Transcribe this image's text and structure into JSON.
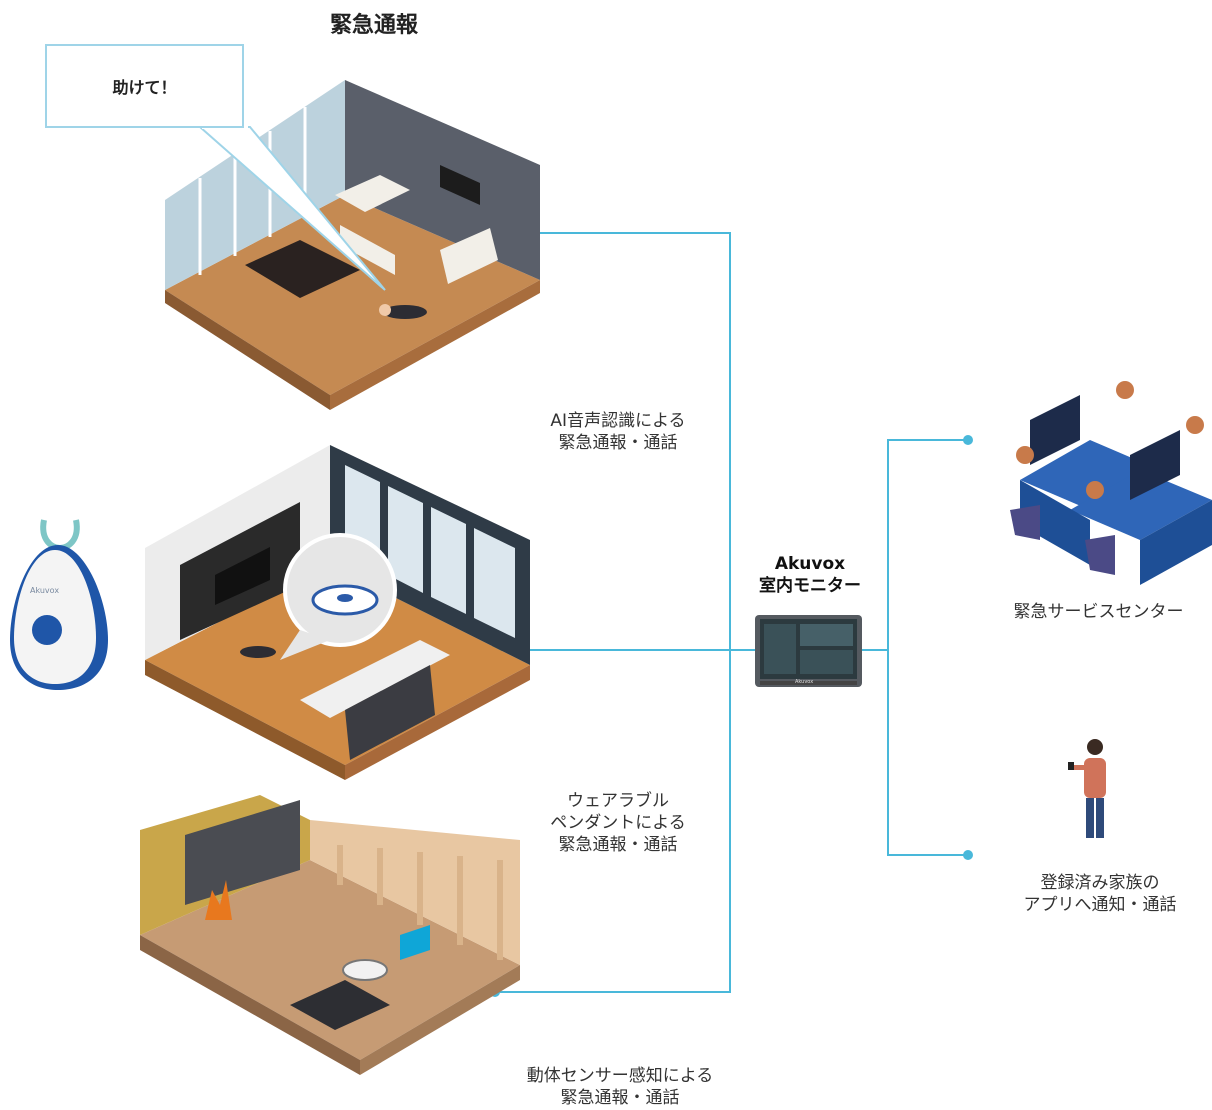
{
  "title": "緊急通報",
  "speech_bubble": "助けて！",
  "captions": {
    "ai_voice": [
      "AI音声認識による",
      "緊急通報・通話"
    ],
    "wearable": [
      "ウェアラブル",
      "ペンダントによる",
      "緊急通報・通話"
    ],
    "motion": [
      "動体センサー感知による",
      "緊急通報・通話"
    ]
  },
  "monitor": {
    "brand": "Akuvox",
    "name": "室内モニター",
    "screen_brand": "Akuvox"
  },
  "pendant_brand": "Akuvox",
  "destinations": {
    "service_center": "緊急サービスセンター",
    "family_app": [
      "登録済み家族の",
      "アプリへ通知・通話"
    ]
  },
  "colors": {
    "connector": "#49b8da",
    "floor": "#c58a52",
    "wall_dark": "#5a5f6a",
    "wall_light": "#e9e9e9",
    "pendant_blue": "#1f56a8"
  }
}
